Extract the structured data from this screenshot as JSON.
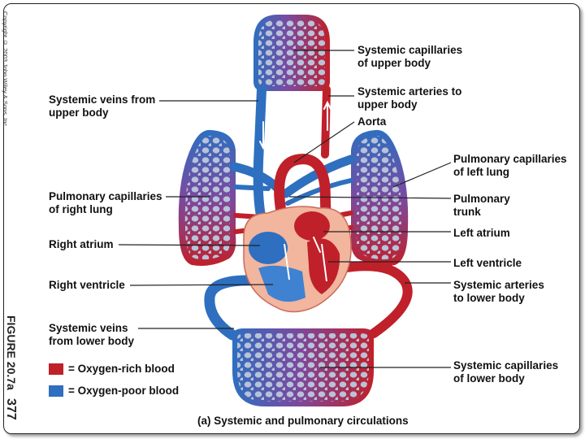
{
  "colors": {
    "oxygen_rich": "#c0202a",
    "oxygen_poor": "#2e6fc0",
    "heart": "#f2b59e"
  },
  "side": {
    "copyright": "Copyright © 2003 John Wiley & Sons, Inc.",
    "figure": "FIGURE 20.7a",
    "page_number": "377"
  },
  "labels": {
    "systemic_capillaries_upper": "Systemic capillaries\nof upper body",
    "systemic_arteries_upper": "Systemic arteries to\nupper body",
    "aorta": "Aorta",
    "pulmonary_capillaries_left": "Pulmonary capillaries\nof left lung",
    "pulmonary_trunk": "Pulmonary\ntrunk",
    "left_atrium": "Left atrium",
    "left_ventricle": "Left ventricle",
    "systemic_arteries_lower": "Systemic arteries\nto lower body",
    "systemic_capillaries_lower": "Systemic capillaries\nof lower body",
    "systemic_veins_upper": "Systemic veins from\nupper body",
    "pulmonary_capillaries_right": "Pulmonary capillaries\nof right lung",
    "right_atrium": "Right atrium",
    "right_ventricle": "Right ventricle",
    "systemic_veins_lower": "Systemic veins\nfrom lower body"
  },
  "legend": {
    "oxygen_rich": "= Oxygen-rich blood",
    "oxygen_poor": "= Oxygen-poor blood"
  },
  "caption": "(a) Systemic and pulmonary circulations"
}
